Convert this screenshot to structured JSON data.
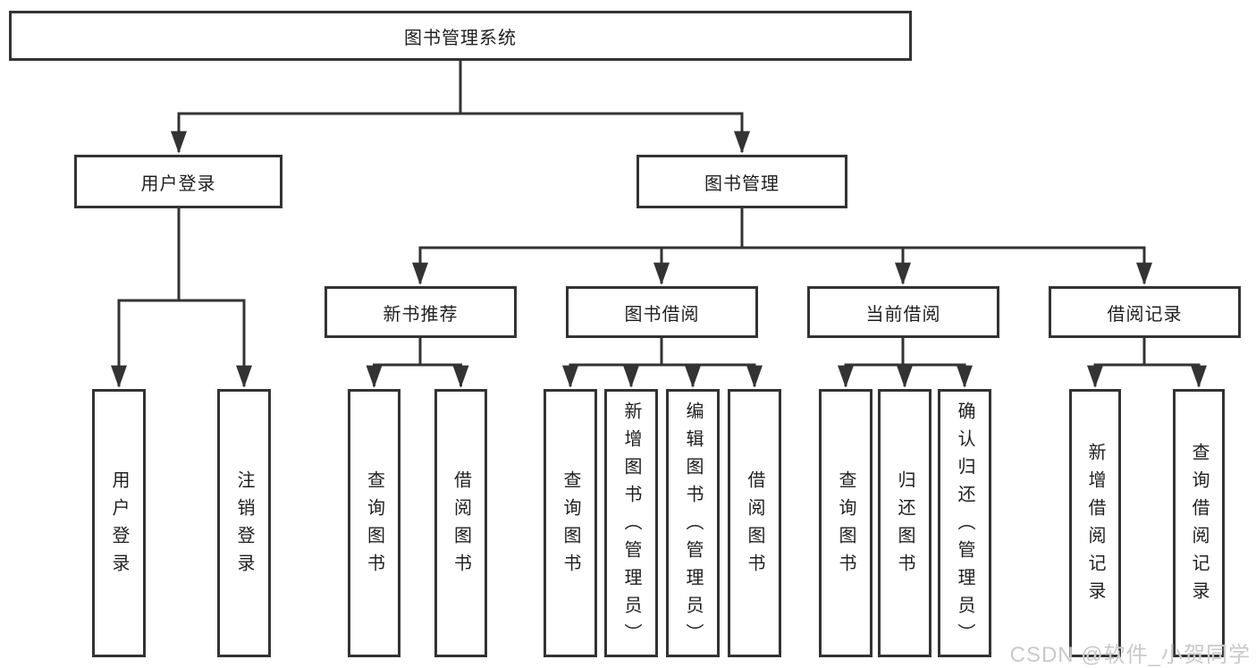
{
  "tree": {
    "root": "图书管理系统",
    "level2": [
      "用户登录",
      "图书管理"
    ],
    "level3": [
      "新书推荐",
      "图书借阅",
      "当前借阅",
      "借阅记录"
    ],
    "leaves": {
      "login": [
        "用户登录",
        "注销登录"
      ],
      "recommend": [
        "查询图书",
        "借阅图书"
      ],
      "borrow": [
        "查询图书",
        "新增图书（管理员）",
        "编辑图书（管理员）",
        "借阅图书"
      ],
      "current": [
        "查询图书",
        "归还图书",
        "确认归还（管理员）"
      ],
      "records": [
        "新增借阅记录",
        "查询借阅记录"
      ]
    }
  },
  "watermark": "CSDN @软件_小贺同学",
  "colors": {
    "line": "#333333",
    "box_border": "#333333",
    "text": "#1f1f1f",
    "watermark": "#c9c9c9",
    "background": "#ffffff"
  }
}
